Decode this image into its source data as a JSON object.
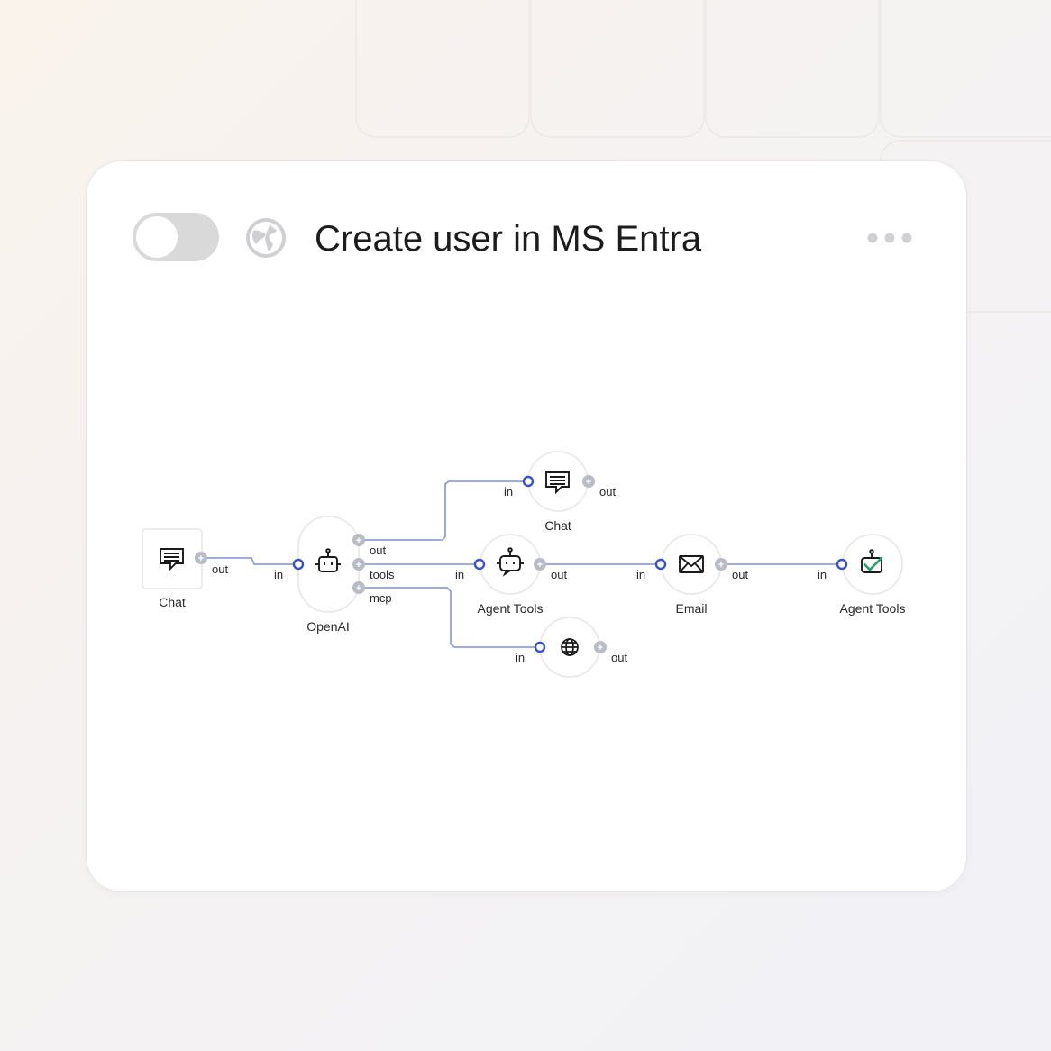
{
  "workflow": {
    "title": "Create user in MS Entra",
    "enabled": false
  },
  "icons": {
    "visibility": "globe-icon",
    "menu": "more-horizontal-icon"
  },
  "diagram": {
    "nodes": [
      {
        "id": "chat_trigger",
        "label": "Chat",
        "icon": "chat-icon",
        "ports": [
          "out"
        ]
      },
      {
        "id": "openai",
        "label": "OpenAI",
        "icon": "robot-icon",
        "ports": [
          "in",
          "out",
          "tools",
          "mcp"
        ]
      },
      {
        "id": "chat_reply",
        "label": "Chat",
        "icon": "chat-icon",
        "ports": [
          "in",
          "out"
        ]
      },
      {
        "id": "agent_tools_1",
        "label": "Agent Tools",
        "icon": "robot-icon",
        "ports": [
          "in",
          "out"
        ]
      },
      {
        "id": "email",
        "label": "Email",
        "icon": "envelope-icon",
        "ports": [
          "in",
          "out"
        ]
      },
      {
        "id": "agent_tools_2",
        "label": "Agent Tools",
        "icon": "robot-check-icon",
        "ports": [
          "in"
        ]
      },
      {
        "id": "mcp_web",
        "label": "",
        "icon": "globe-icon",
        "ports": [
          "in",
          "out"
        ]
      }
    ],
    "edges": [
      {
        "from": "chat_trigger.out",
        "to": "openai.in"
      },
      {
        "from": "openai.out",
        "to": "chat_reply.in"
      },
      {
        "from": "openai.tools",
        "to": "agent_tools_1.in"
      },
      {
        "from": "openai.mcp",
        "to": "mcp_web.in"
      },
      {
        "from": "agent_tools_1.out",
        "to": "email.in"
      },
      {
        "from": "email.out",
        "to": "agent_tools_2.in"
      }
    ],
    "port_labels": {
      "in": "in",
      "out": "out",
      "tools": "tools",
      "mcp": "mcp"
    },
    "colors": {
      "edge": "#8fa0d8",
      "input_port": "#3552c8",
      "output_port": "#b9bcc4",
      "check": "#22a06b"
    }
  }
}
